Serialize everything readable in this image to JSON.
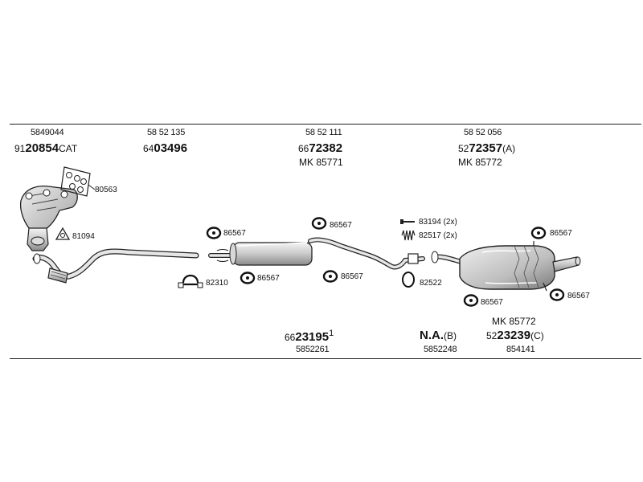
{
  "groups": {
    "g1": {
      "ref": "5849044",
      "prefix": "91",
      "main": "20854",
      "suffix": "CAT"
    },
    "g2": {
      "ref": "58 52 135",
      "prefix": "64",
      "main": "03496",
      "suffix": ""
    },
    "g3": {
      "ref": "58 52 111",
      "prefix": "66",
      "main": "72382",
      "suffix": "",
      "mk": "MK 85771"
    },
    "g4": {
      "ref": "58 52 056",
      "prefix": "52",
      "main": "72357",
      "suffix": "(A)",
      "mk": "MK 85772"
    }
  },
  "bottom_groups": {
    "b1": {
      "prefix": "66",
      "main": "23195",
      "suffix": "1",
      "ref": "5852261"
    },
    "b2": {
      "main": "N.A.",
      "suffix": "(B)",
      "ref": "5852248"
    },
    "b3": {
      "mk": "MK 85772",
      "prefix": "52",
      "main": "23239",
      "suffix": "(C)",
      "ref": "854141"
    }
  },
  "callouts": {
    "c80563": "80563",
    "c81094": "81094",
    "c86567a": "86567",
    "c82310": "82310",
    "c86567b": "86567",
    "c86567c": "86567",
    "c86567d": "86567",
    "c83194": "83194 (2x)",
    "c82517": "82517 (2x)",
    "c82522": "82522",
    "c86567e": "86567",
    "c86567f": "86567",
    "c86567g": "86567"
  },
  "icons": {
    "hanger": "rubber-hanger-icon",
    "clamp": "clamp-icon",
    "gasket": "gasket-icon",
    "bolt": "bolt-icon",
    "spring": "spring-icon",
    "ring": "seal-ring-icon",
    "manifold": "exhaust-manifold-icon",
    "catalyst": "catalytic-converter-icon",
    "front_pipe": "front-pipe-icon",
    "middle_silencer": "middle-silencer-icon",
    "intermediate_pipe": "intermediate-pipe-icon",
    "rear_silencer": "rear-silencer-icon"
  }
}
